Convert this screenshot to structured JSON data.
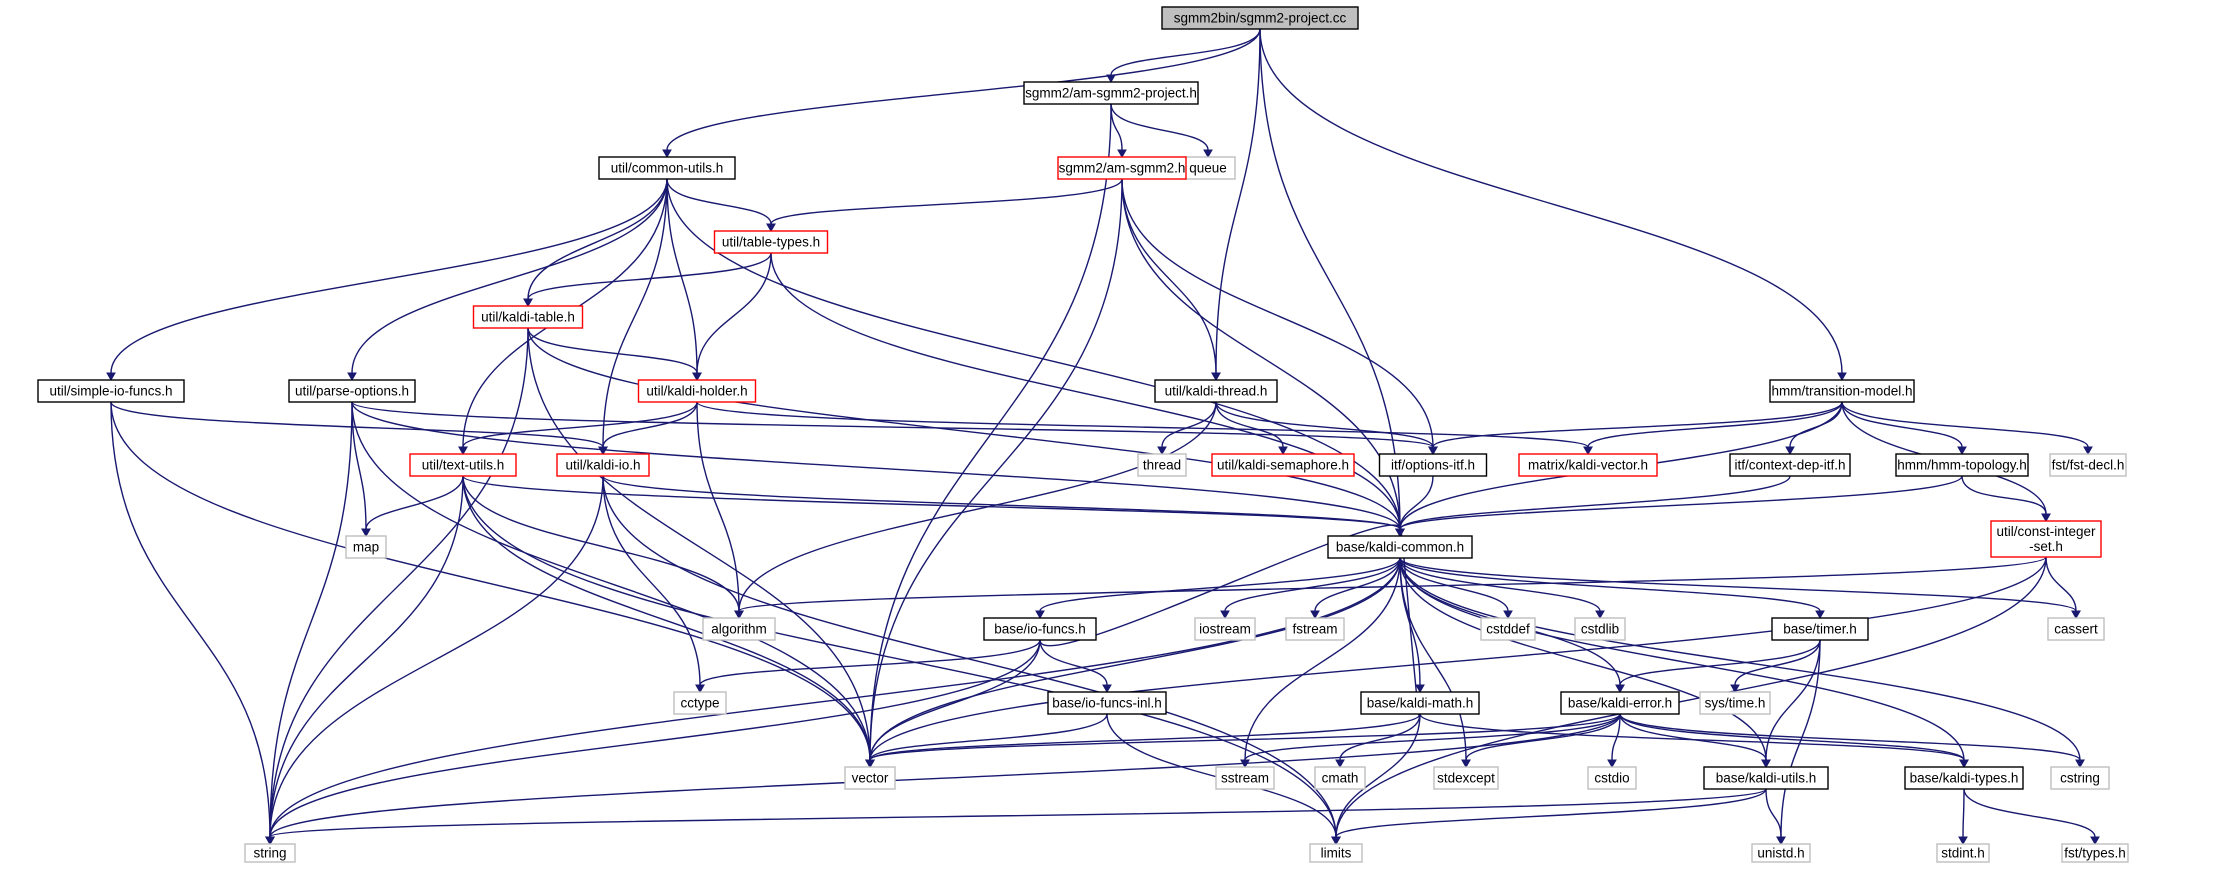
{
  "graph": {
    "title": "sgmm2bin/sgmm2-project.cc",
    "colors": {
      "edge": "#191970",
      "root_fill": "#bfbfbf",
      "documented_border": "#000000",
      "truncated_border": "#ff0000",
      "external_border": "#bfbfbf"
    },
    "nodes": [
      {
        "id": "root",
        "label": "sgmm2bin/sgmm2-project.cc",
        "kind": "root"
      },
      {
        "id": "amproj",
        "label": "sgmm2/am-sgmm2-project.h",
        "kind": "doc"
      },
      {
        "id": "common",
        "label": "util/common-utils.h",
        "kind": "doc"
      },
      {
        "id": "queue",
        "label": "queue",
        "kind": "ext"
      },
      {
        "id": "amsgmm2",
        "label": "sgmm2/am-sgmm2.h",
        "kind": "trunc"
      },
      {
        "id": "tabletypes",
        "label": "util/table-types.h",
        "kind": "trunc"
      },
      {
        "id": "kalditable",
        "label": "util/kaldi-table.h",
        "kind": "trunc"
      },
      {
        "id": "simpleio",
        "label": "util/simple-io-funcs.h",
        "kind": "doc"
      },
      {
        "id": "parseopts",
        "label": "util/parse-options.h",
        "kind": "doc"
      },
      {
        "id": "holder",
        "label": "util/kaldi-holder.h",
        "kind": "trunc"
      },
      {
        "id": "thread",
        "label": "util/kaldi-thread.h",
        "kind": "doc"
      },
      {
        "id": "transmodel",
        "label": "hmm/transition-model.h",
        "kind": "doc"
      },
      {
        "id": "textutils",
        "label": "util/text-utils.h",
        "kind": "trunc"
      },
      {
        "id": "kaldiio",
        "label": "util/kaldi-io.h",
        "kind": "trunc"
      },
      {
        "id": "threadh",
        "label": "thread",
        "kind": "ext"
      },
      {
        "id": "semaphore",
        "label": "util/kaldi-semaphore.h",
        "kind": "trunc"
      },
      {
        "id": "optionsitf",
        "label": "itf/options-itf.h",
        "kind": "doc"
      },
      {
        "id": "kaldivector",
        "label": "matrix/kaldi-vector.h",
        "kind": "trunc"
      },
      {
        "id": "contextdep",
        "label": "itf/context-dep-itf.h",
        "kind": "doc"
      },
      {
        "id": "hmmtopo",
        "label": "hmm/hmm-topology.h",
        "kind": "doc"
      },
      {
        "id": "fstdecl",
        "label": "fst/fst-decl.h",
        "kind": "ext"
      },
      {
        "id": "map",
        "label": "map",
        "kind": "ext"
      },
      {
        "id": "kaldicommon",
        "label": "base/kaldi-common.h",
        "kind": "doc"
      },
      {
        "id": "constint",
        "label": "util/const-integer\n-set.h",
        "kind": "trunc"
      },
      {
        "id": "algorithm",
        "label": "algorithm",
        "kind": "ext"
      },
      {
        "id": "iofuncs",
        "label": "base/io-funcs.h",
        "kind": "doc"
      },
      {
        "id": "iostream",
        "label": "iostream",
        "kind": "ext"
      },
      {
        "id": "fstream",
        "label": "fstream",
        "kind": "ext"
      },
      {
        "id": "cstddef",
        "label": "cstddef",
        "kind": "ext"
      },
      {
        "id": "cstdlib",
        "label": "cstdlib",
        "kind": "ext"
      },
      {
        "id": "timer",
        "label": "base/timer.h",
        "kind": "doc"
      },
      {
        "id": "cassert",
        "label": "cassert",
        "kind": "ext"
      },
      {
        "id": "cctype",
        "label": "cctype",
        "kind": "ext"
      },
      {
        "id": "iofuncsinl",
        "label": "base/io-funcs-inl.h",
        "kind": "doc"
      },
      {
        "id": "kaldimath",
        "label": "base/kaldi-math.h",
        "kind": "doc"
      },
      {
        "id": "kaldierror",
        "label": "base/kaldi-error.h",
        "kind": "doc"
      },
      {
        "id": "systime",
        "label": "sys/time.h",
        "kind": "ext"
      },
      {
        "id": "vector",
        "label": "vector",
        "kind": "ext"
      },
      {
        "id": "sstream",
        "label": "sstream",
        "kind": "ext"
      },
      {
        "id": "cmath",
        "label": "cmath",
        "kind": "ext"
      },
      {
        "id": "stdexcept",
        "label": "stdexcept",
        "kind": "ext"
      },
      {
        "id": "cstdio",
        "label": "cstdio",
        "kind": "ext"
      },
      {
        "id": "kaldiutils",
        "label": "base/kaldi-utils.h",
        "kind": "doc"
      },
      {
        "id": "kalditypes",
        "label": "base/kaldi-types.h",
        "kind": "doc"
      },
      {
        "id": "cstring",
        "label": "cstring",
        "kind": "ext"
      },
      {
        "id": "string",
        "label": "string",
        "kind": "ext"
      },
      {
        "id": "limits",
        "label": "limits",
        "kind": "ext"
      },
      {
        "id": "unistd",
        "label": "unistd.h",
        "kind": "ext"
      },
      {
        "id": "stdint",
        "label": "stdint.h",
        "kind": "ext"
      },
      {
        "id": "fsttypes",
        "label": "fst/types.h",
        "kind": "ext"
      }
    ],
    "edges": [
      [
        "root",
        "amproj"
      ],
      [
        "root",
        "common"
      ],
      [
        "root",
        "thread"
      ],
      [
        "root",
        "transmodel"
      ],
      [
        "root",
        "kaldicommon"
      ],
      [
        "amproj",
        "amsgmm2"
      ],
      [
        "amproj",
        "queue"
      ],
      [
        "amproj",
        "vector"
      ],
      [
        "common",
        "tabletypes"
      ],
      [
        "common",
        "kalditable"
      ],
      [
        "common",
        "simpleio"
      ],
      [
        "common",
        "parseopts"
      ],
      [
        "common",
        "holder"
      ],
      [
        "common",
        "textutils"
      ],
      [
        "common",
        "kaldiio"
      ],
      [
        "common",
        "kaldicommon"
      ],
      [
        "amsgmm2",
        "tabletypes"
      ],
      [
        "amsgmm2",
        "thread"
      ],
      [
        "amsgmm2",
        "optionsitf"
      ],
      [
        "amsgmm2",
        "kaldicommon"
      ],
      [
        "amsgmm2",
        "vector"
      ],
      [
        "tabletypes",
        "kalditable"
      ],
      [
        "tabletypes",
        "holder"
      ],
      [
        "tabletypes",
        "kaldicommon"
      ],
      [
        "kalditable",
        "holder"
      ],
      [
        "kalditable",
        "kaldicommon"
      ],
      [
        "kalditable",
        "string"
      ],
      [
        "kalditable",
        "vector"
      ],
      [
        "simpleio",
        "kaldiio"
      ],
      [
        "simpleio",
        "string"
      ],
      [
        "simpleio",
        "vector"
      ],
      [
        "parseopts",
        "optionsitf"
      ],
      [
        "parseopts",
        "kaldicommon"
      ],
      [
        "parseopts",
        "map"
      ],
      [
        "parseopts",
        "string"
      ],
      [
        "parseopts",
        "vector"
      ],
      [
        "holder",
        "textutils"
      ],
      [
        "holder",
        "kaldiio"
      ],
      [
        "holder",
        "kaldivector"
      ],
      [
        "holder",
        "algorithm"
      ],
      [
        "thread",
        "threadh"
      ],
      [
        "thread",
        "semaphore"
      ],
      [
        "thread",
        "optionsitf"
      ],
      [
        "thread",
        "algorithm"
      ],
      [
        "transmodel",
        "optionsitf"
      ],
      [
        "transmodel",
        "kaldivector"
      ],
      [
        "transmodel",
        "contextdep"
      ],
      [
        "transmodel",
        "hmmtopo"
      ],
      [
        "transmodel",
        "fstdecl"
      ],
      [
        "transmodel",
        "constint"
      ],
      [
        "transmodel",
        "kaldicommon"
      ],
      [
        "textutils",
        "map"
      ],
      [
        "textutils",
        "algorithm"
      ],
      [
        "textutils",
        "kaldicommon"
      ],
      [
        "textutils",
        "string"
      ],
      [
        "textutils",
        "vector"
      ],
      [
        "textutils",
        "limits"
      ],
      [
        "kaldiio",
        "kaldicommon"
      ],
      [
        "kaldiio",
        "cctype"
      ],
      [
        "kaldiio",
        "string"
      ],
      [
        "kaldiio",
        "limits"
      ],
      [
        "optionsitf",
        "kaldicommon"
      ],
      [
        "contextdep",
        "kaldicommon"
      ],
      [
        "hmmtopo",
        "kaldicommon"
      ],
      [
        "hmmtopo",
        "constint"
      ],
      [
        "constint",
        "algorithm"
      ],
      [
        "constint",
        "cassert"
      ],
      [
        "constint",
        "vector"
      ],
      [
        "constint",
        "limits"
      ],
      [
        "kaldicommon",
        "iofuncs"
      ],
      [
        "kaldicommon",
        "iostream"
      ],
      [
        "kaldicommon",
        "fstream"
      ],
      [
        "kaldicommon",
        "cstddef"
      ],
      [
        "kaldicommon",
        "cstdlib"
      ],
      [
        "kaldicommon",
        "timer"
      ],
      [
        "kaldicommon",
        "cassert"
      ],
      [
        "kaldicommon",
        "kaldimath"
      ],
      [
        "kaldicommon",
        "kaldierror"
      ],
      [
        "kaldicommon",
        "kaldiutils"
      ],
      [
        "kaldicommon",
        "kalditypes"
      ],
      [
        "kaldicommon",
        "vector"
      ],
      [
        "kaldicommon",
        "sstream"
      ],
      [
        "kaldicommon",
        "stdexcept"
      ],
      [
        "kaldicommon",
        "cstring"
      ],
      [
        "kaldicommon",
        "string"
      ],
      [
        "iofuncs",
        "kaldicommon"
      ],
      [
        "iofuncs",
        "iofuncsinl"
      ],
      [
        "iofuncs",
        "cctype"
      ],
      [
        "iofuncs",
        "vector"
      ],
      [
        "iofuncs",
        "string"
      ],
      [
        "iofuncsinl",
        "vector"
      ],
      [
        "iofuncsinl",
        "limits"
      ],
      [
        "timer",
        "kaldierror"
      ],
      [
        "timer",
        "systime"
      ],
      [
        "timer",
        "kaldiutils"
      ],
      [
        "timer",
        "unistd"
      ],
      [
        "kaldimath",
        "kaldicommon"
      ],
      [
        "kaldimath",
        "cmath"
      ],
      [
        "kaldimath",
        "vector"
      ],
      [
        "kaldimath",
        "kalditypes"
      ],
      [
        "kaldimath",
        "limits"
      ],
      [
        "kaldierror",
        "kaldiutils"
      ],
      [
        "kaldierror",
        "kalditypes"
      ],
      [
        "kaldierror",
        "vector"
      ],
      [
        "kaldierror",
        "sstream"
      ],
      [
        "kaldierror",
        "stdexcept"
      ],
      [
        "kaldierror",
        "cstdio"
      ],
      [
        "kaldierror",
        "cstring"
      ],
      [
        "kaldierror",
        "string"
      ],
      [
        "kaldiutils",
        "string"
      ],
      [
        "kaldiutils",
        "limits"
      ],
      [
        "kaldiutils",
        "unistd"
      ],
      [
        "kalditypes",
        "stdint"
      ],
      [
        "kalditypes",
        "fsttypes"
      ]
    ]
  }
}
